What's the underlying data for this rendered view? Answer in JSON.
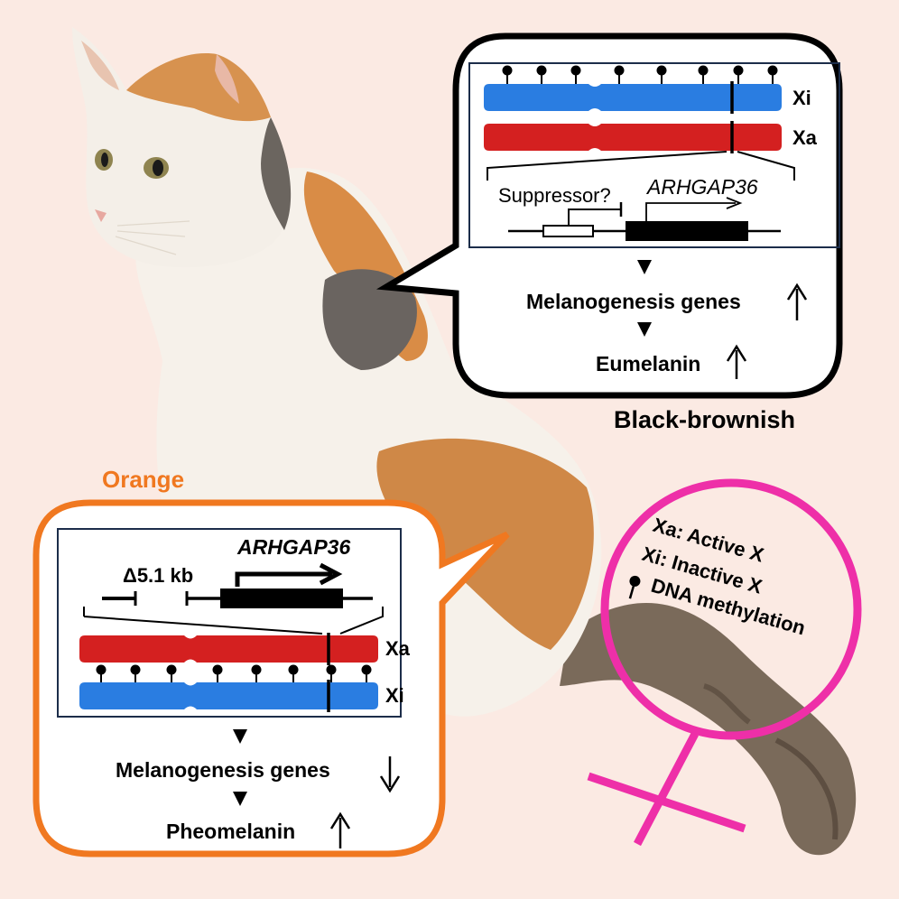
{
  "colors": {
    "background": "#fbeae3",
    "xi_chromosome": "#2a7de1",
    "xa_chromosome": "#d42020",
    "orange_accent": "#f07820",
    "female_symbol": "#ee2fa8",
    "black_bubble": "#000000"
  },
  "icons": {
    "cat": "calico-cat-illustration",
    "female_symbol": "venus-female-icon",
    "methylation_pin": "lollipop-pin-icon"
  },
  "black_panel": {
    "label": "Black-brownish",
    "chrom_top": "Xi",
    "chrom_bottom": "Xa",
    "suppressor": "Suppressor?",
    "gene": "ARHGAP36",
    "line1": "Melanogenesis genes",
    "line2": "Eumelanin"
  },
  "orange_panel": {
    "label": "Orange",
    "gene": "ARHGAP36",
    "deletion": "Δ5.1 kb",
    "chrom_top": "Xa",
    "chrom_bottom": "Xi",
    "line1": "Melanogenesis genes",
    "line2": "Pheomelanin"
  },
  "legend": {
    "xa": "Xa: Active X",
    "xi": "Xi:  Inactive X",
    "methylation": "DNA methylation"
  }
}
